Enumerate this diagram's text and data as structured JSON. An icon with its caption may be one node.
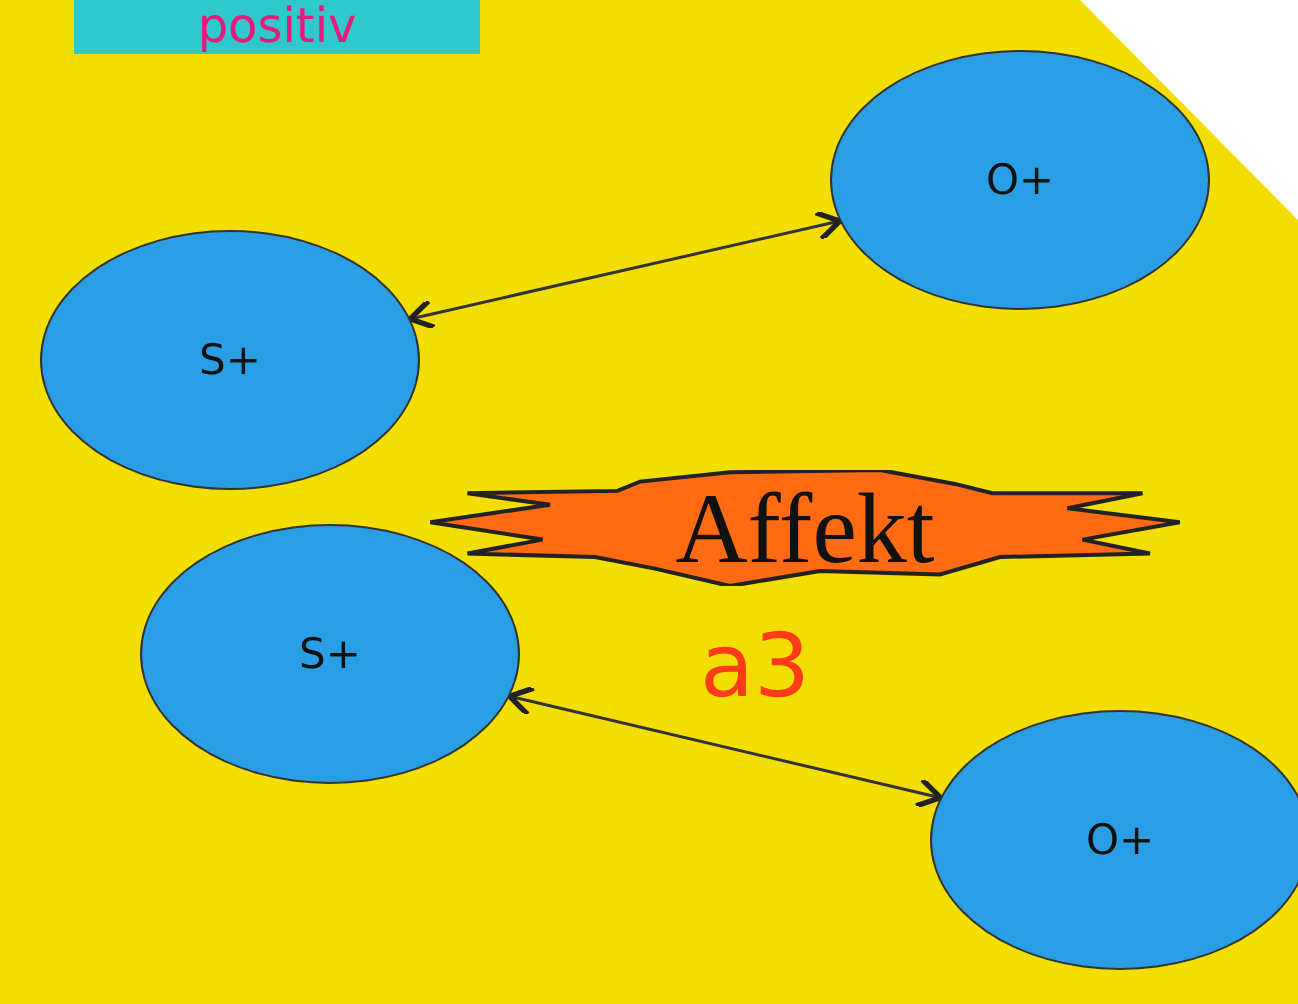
{
  "diagram": {
    "nodes": [
      {
        "text": [
          "S+"
        ]
      },
      {
        "text": [
          "O+"
        ]
      },
      {
        "text": [
          "Affekt"
        ]
      },
      {
        "text": [
          "S+"
        ]
      },
      {
        "text": [
          "O+"
        ]
      }
    ],
    "edges": [
      {
        "from": 0,
        "to": 1,
        "arrow": "both"
      },
      {
        "from": 3,
        "to": 4,
        "arrow": "both"
      }
    ],
    "labels": [
      "positiv",
      "a3"
    ]
  }
}
